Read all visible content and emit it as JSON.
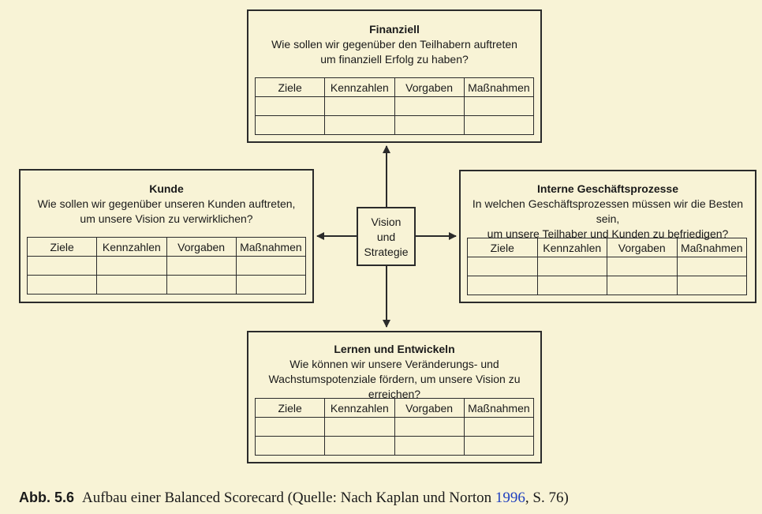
{
  "columns": [
    "Ziele",
    "Kennzahlen",
    "Vorgaben",
    "Maßnahmen"
  ],
  "perspectives": {
    "finanziell": {
      "title": "Finanziell",
      "question_line1": "Wie sollen wir gegenüber den Teilhabern auftreten",
      "question_line2": "um finanziell Erfolg zu haben?"
    },
    "kunde": {
      "title": "Kunde",
      "question_line1": "Wie sollen wir gegenüber unseren Kunden auftreten,",
      "question_line2": "um unsere Vision zu verwirklichen?"
    },
    "intern": {
      "title": "Interne Geschäftsprozesse",
      "question_line1": "In welchen Geschäftsprozessen müssen wir die Besten sein,",
      "question_line2": "um unsere Teilhaber und Kunden zu befriedigen?"
    },
    "lernen": {
      "title": "Lernen und Entwickeln",
      "question_line1": "Wie können wir unsere Veränderungs- und",
      "question_line2": "Wachstumspotenziale fördern, um unsere Vision zu erreichen?"
    }
  },
  "center": {
    "line1": "Vision",
    "line2": "und",
    "line3": "Strategie"
  },
  "caption": {
    "label": "Abb. 5.6",
    "text_before": "Aufbau einer Balanced Scorecard (Quelle: Nach Kaplan und Norton ",
    "year_link": "1996",
    "text_after": ", S. 76)"
  },
  "colors": {
    "background": "#f8f3d6",
    "line": "#2b2b2b",
    "link": "#1f3fbf"
  }
}
